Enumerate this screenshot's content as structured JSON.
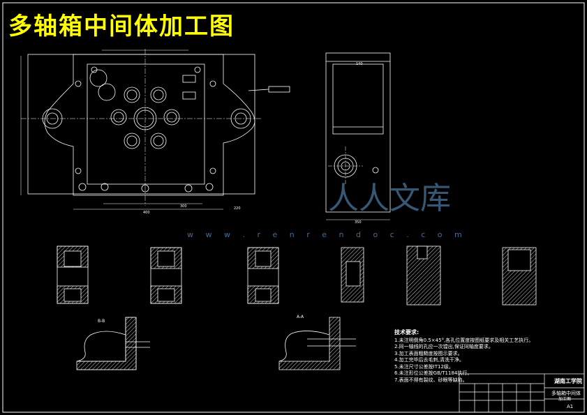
{
  "title": "多轴箱中间体加工图",
  "watermark": {
    "text": "w w w . r e n r e n d o c . c o m",
    "brand": "人人文库"
  },
  "main_view": {
    "dim_bottom_1": "400",
    "dim_bottom_2": "300",
    "dim_right": "220"
  },
  "side_view": {
    "dim_top": "140",
    "dim_bottom": "350"
  },
  "detail_labels": [
    "B-B",
    "A-A"
  ],
  "notes": {
    "heading": "技术要求:",
    "items": [
      "1.未注明倒角0.5×45°,各孔位置度按图纸要求及相关工艺执行。",
      "2.同一轴线的孔应一次镗出,保证同轴度要求。",
      "3.加工表面粗糙度按图示要求。",
      "4.加工完毕后去毛刺,清洗干净。",
      "5.未注尺寸公差按IT12级。",
      "6.未注形位公差按GB/T1184执行。",
      "7.表面不得有裂纹、砂眼等缺陷。"
    ]
  },
  "title_block": {
    "school": "湖南工学院",
    "part_name": "多轴箱中间体",
    "drawing_type": "加工图",
    "sheet": "A1"
  },
  "colors": {
    "background": "#000000",
    "lines": "#ffffff",
    "title": "#ffff00",
    "watermark": "#5a93c4"
  }
}
